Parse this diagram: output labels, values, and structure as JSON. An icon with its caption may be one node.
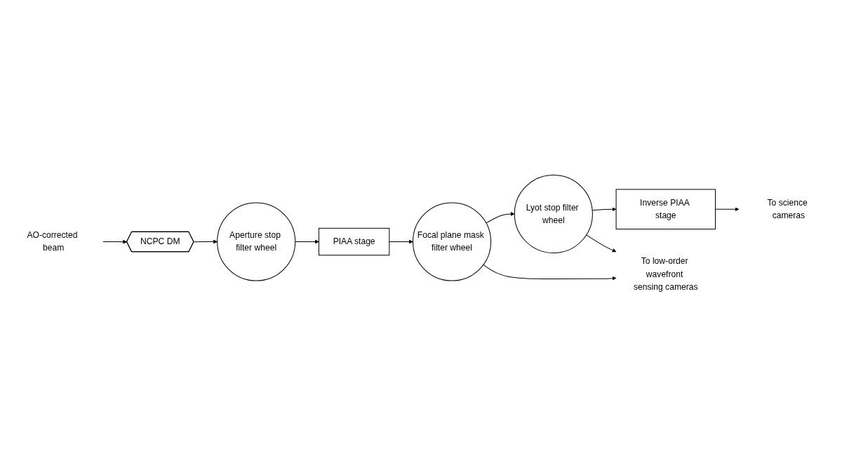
{
  "diagram": {
    "nodes": [
      {
        "text": [
          "AO-corrected beam"
        ]
      },
      {
        "text": [
          "NCPC DM"
        ]
      },
      {
        "text": [
          "Aperture stop filter wheel"
        ]
      },
      {
        "text": [
          "PIAA stage"
        ]
      },
      {
        "text": [
          "Focal plane mask filter wheel"
        ]
      },
      {
        "text": [
          "Lyot stop filter wheel"
        ]
      },
      {
        "text": [
          "Inverse PIAA stage"
        ]
      },
      {
        "text": [
          "To low-order wavefront sensing cameras"
        ]
      },
      {
        "text": [
          "To science cameras"
        ]
      }
    ],
    "edges": [
      {
        "from": 0,
        "to": 1,
        "arrow": "to"
      },
      {
        "from": 1,
        "to": 2,
        "arrow": "to"
      },
      {
        "from": 2,
        "to": 3,
        "arrow": "to"
      },
      {
        "from": 3,
        "to": 4,
        "arrow": "to"
      },
      {
        "from": 4,
        "to": 5,
        "arrow": "to"
      },
      {
        "from": 5,
        "to": 6,
        "arrow": "to"
      },
      {
        "from": 4,
        "to": 7,
        "arrow": "to"
      },
      {
        "from": 5,
        "to": 7,
        "arrow": "to"
      },
      {
        "from": 6,
        "to": 8,
        "arrow": "to"
      }
    ]
  }
}
